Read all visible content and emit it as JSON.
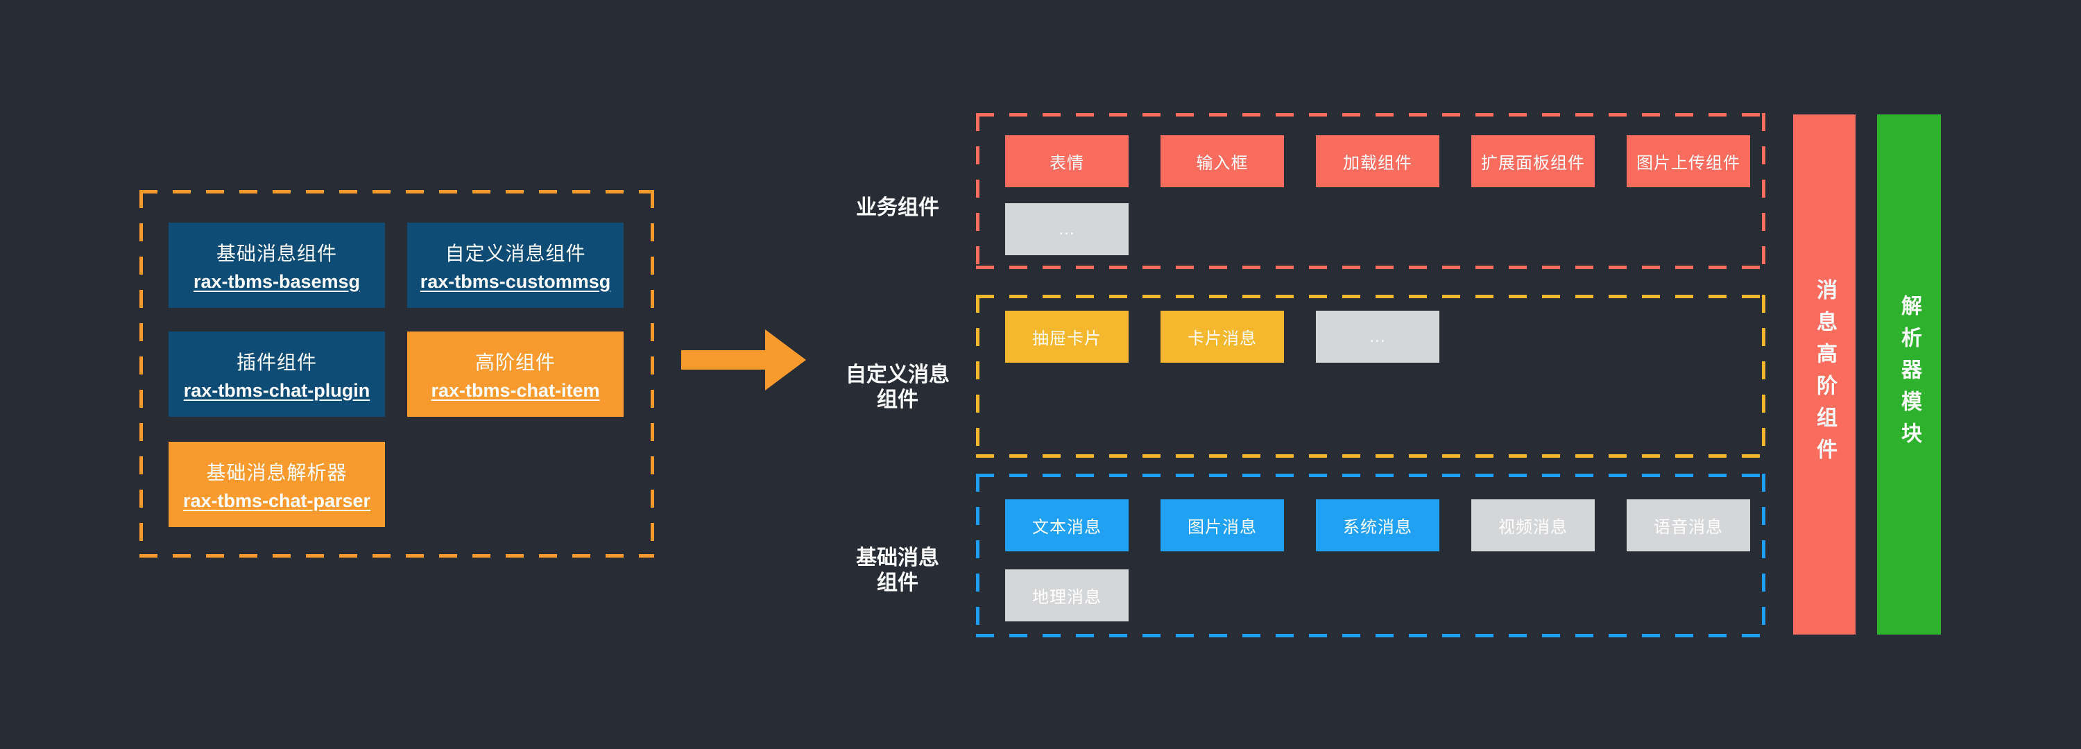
{
  "colors": {
    "background": "#282c34",
    "dark_blue_box": "#0e4c75",
    "orange": "#f89a2e",
    "salmon_red": "#fa6c5e",
    "gold": "#f5b72e",
    "bright_blue": "#21a1f4",
    "green": "#2eb22e",
    "gray_box": "#d5d6d8",
    "text": "#ffffff"
  },
  "left_panel": {
    "boxes": [
      {
        "title": "基础消息组件",
        "pkg": "rax-tbms-basemsg",
        "variant": "darkblue"
      },
      {
        "title": "自定义消息组件",
        "pkg": "rax-tbms-custommsg",
        "variant": "darkblue"
      },
      {
        "title": "插件组件",
        "pkg": "rax-tbms-chat-plugin",
        "variant": "darkblue"
      },
      {
        "title": "高阶组件",
        "pkg": "rax-tbms-chat-item",
        "variant": "orange"
      },
      {
        "title": "基础消息解析器",
        "pkg": "rax-tbms-chat-parser",
        "variant": "orange"
      }
    ]
  },
  "groups": [
    {
      "label": "业务组件",
      "accent": "#fa6c5e",
      "boxes": [
        {
          "label": "表情",
          "variant": "red"
        },
        {
          "label": "输入框",
          "variant": "red"
        },
        {
          "label": "加载组件",
          "variant": "red"
        },
        {
          "label": "扩展面板组件",
          "variant": "red"
        },
        {
          "label": "图片上传组件",
          "variant": "red"
        },
        {
          "label": "...",
          "variant": "gray"
        }
      ]
    },
    {
      "label": "自定义消息\n组件",
      "accent": "#f5b72e",
      "boxes": [
        {
          "label": "抽屉卡片",
          "variant": "gold"
        },
        {
          "label": "卡片消息",
          "variant": "gold"
        },
        {
          "label": "...",
          "variant": "gray"
        }
      ]
    },
    {
      "label": "基础消息\n组件",
      "accent": "#1e9ff2",
      "boxes": [
        {
          "label": "文本消息",
          "variant": "blue"
        },
        {
          "label": "图片消息",
          "variant": "blue"
        },
        {
          "label": "系统消息",
          "variant": "blue"
        },
        {
          "label": "视频消息",
          "variant": "gray"
        },
        {
          "label": "语音消息",
          "variant": "gray"
        },
        {
          "label": "地理消息",
          "variant": "gray"
        }
      ]
    }
  ],
  "side_bars": [
    {
      "label": "消息高阶组件",
      "color": "#fa6c5e"
    },
    {
      "label": "解析器模块",
      "color": "#2eb22e"
    }
  ]
}
